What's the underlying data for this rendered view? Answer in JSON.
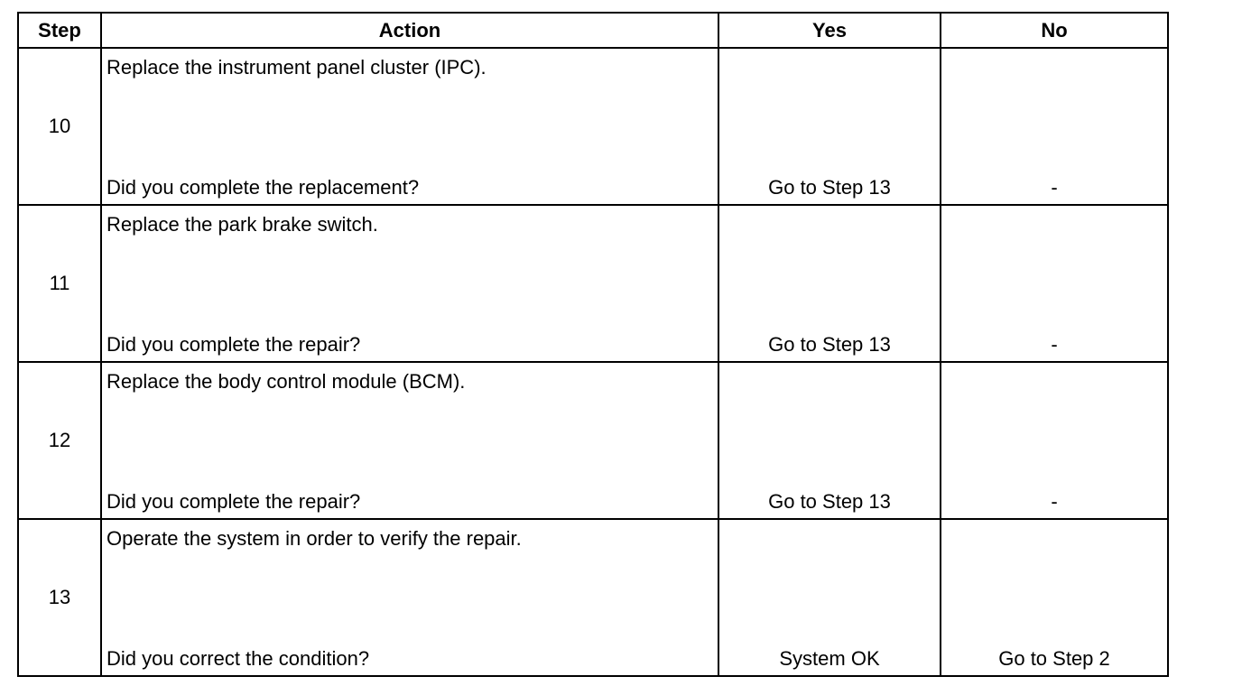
{
  "table": {
    "headers": {
      "step": "Step",
      "action": "Action",
      "yes": "Yes",
      "no": "No"
    },
    "rows": [
      {
        "step": "10",
        "instruction": "Replace the instrument panel cluster (IPC).",
        "question": "Did you complete the replacement?",
        "yes": "Go to Step 13",
        "no": "-"
      },
      {
        "step": "11",
        "instruction": "Replace the park brake switch.",
        "question": "Did you complete the repair?",
        "yes": "Go to Step 13",
        "no": "-"
      },
      {
        "step": "12",
        "instruction": "Replace the body control module (BCM).",
        "question": "Did you complete the repair?",
        "yes": "Go to Step 13",
        "no": "-"
      },
      {
        "step": "13",
        "instruction": "Operate the system in order to verify the repair.",
        "question": "Did you correct the condition?",
        "yes": "System OK",
        "no": "Go to Step 2"
      }
    ]
  }
}
